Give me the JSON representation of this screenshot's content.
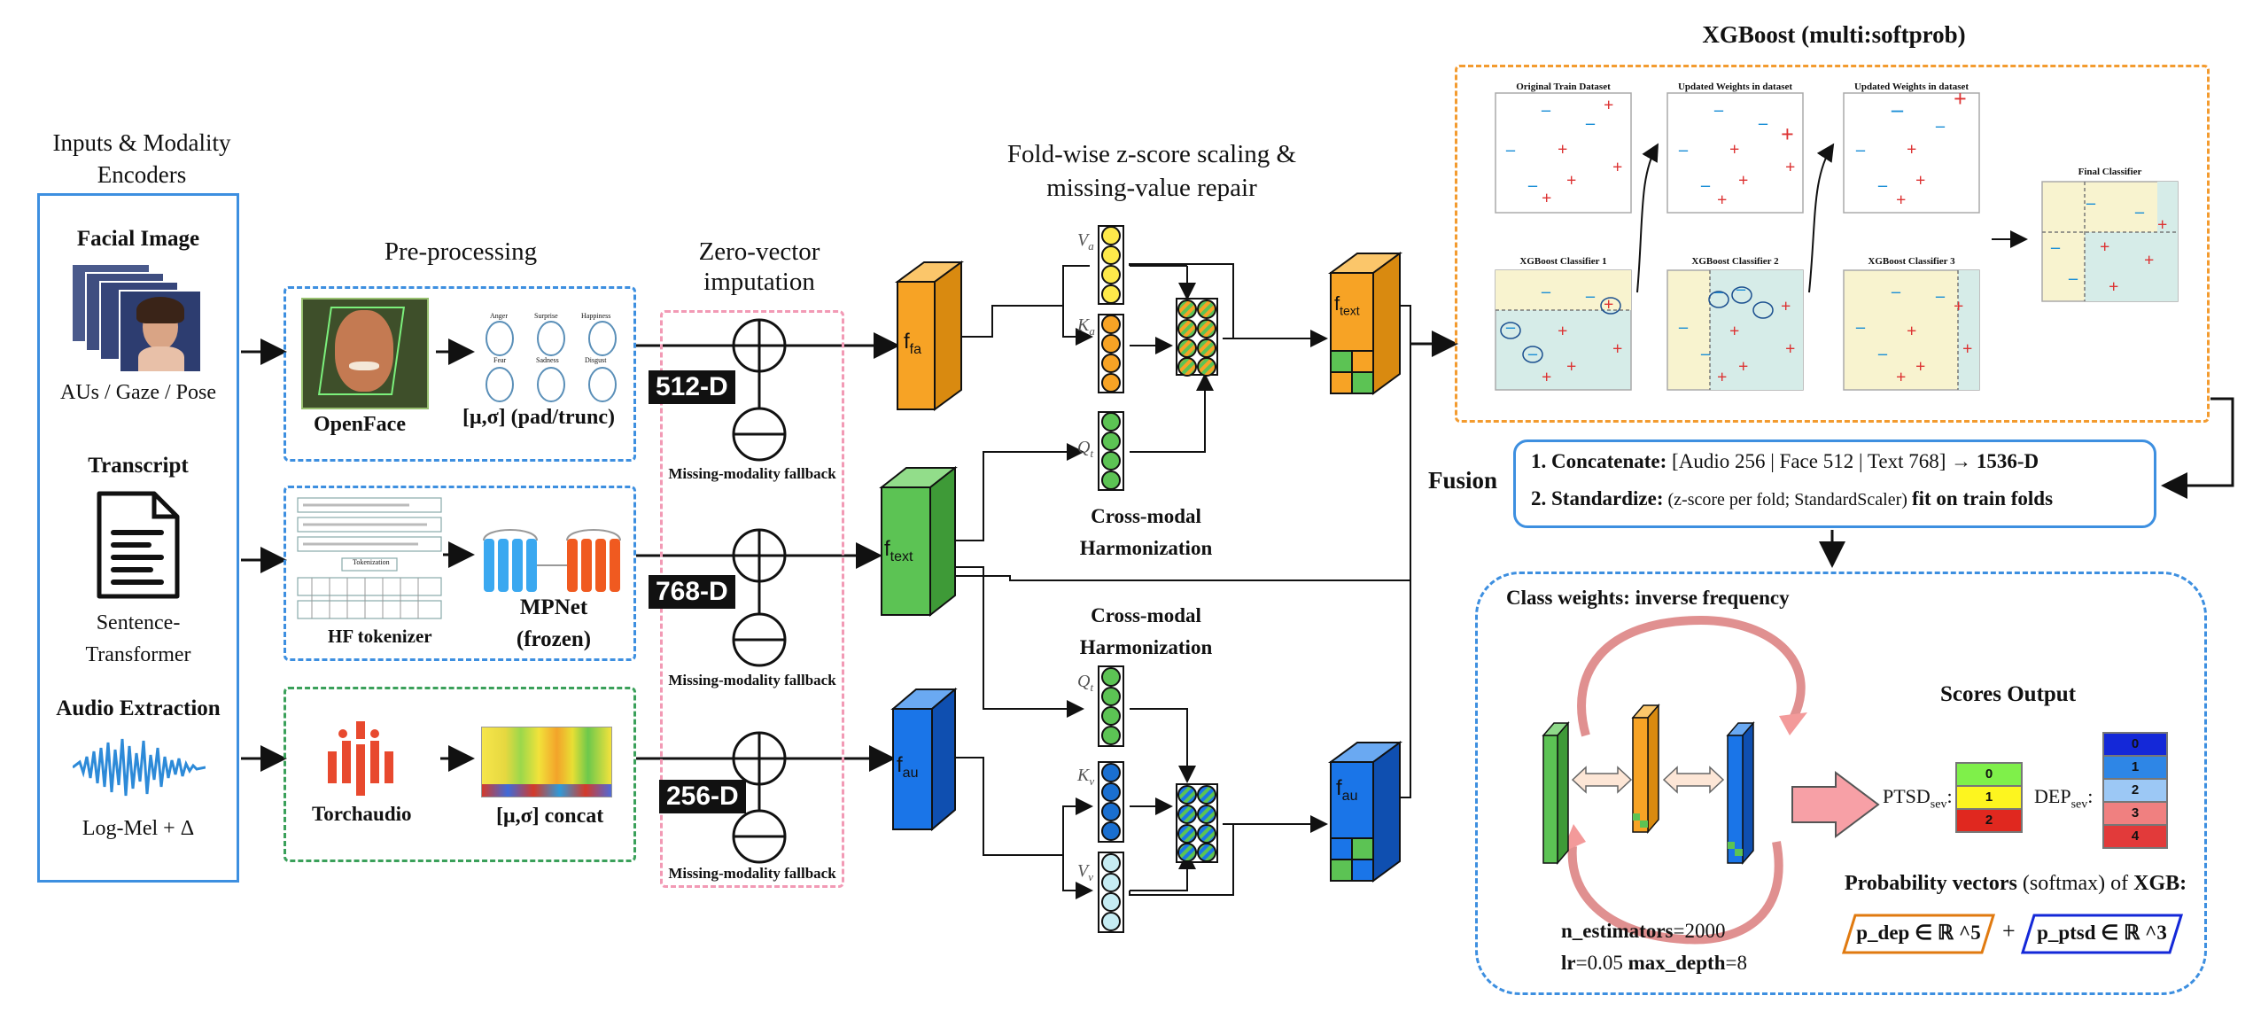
{
  "inputs": {
    "title": "Inputs & Modality Encoders",
    "facial_title": "Facial Image",
    "facial_caption": "AUs / Gaze / Pose",
    "transcript_title": "Transcript",
    "transcript_caption1": "Sentence-",
    "transcript_caption2": "Transformer",
    "audio_title": "Audio Extraction",
    "audio_caption": "Log-Mel + Δ"
  },
  "preprocessing": {
    "title": "Pre-processing",
    "openface": "OpenFace",
    "openface_out": "[μ,σ] (pad/trunc)",
    "emotions": [
      "Anger",
      "Surprise",
      "Happiness",
      "Fear",
      "Sadness",
      "Disgust"
    ],
    "tokenizer": "HF tokenizer",
    "tokenization": "Tokenization",
    "mpnet": "MPNet",
    "frozen": "(frozen)",
    "torchaudio": "Torchaudio",
    "audio_out": "[μ,σ] concat"
  },
  "imputation": {
    "title1": "Zero-vector",
    "title2": "imputation",
    "dims": [
      "512-D",
      "768-D",
      "256-D"
    ],
    "fallback": "Missing-modality fallback"
  },
  "scaling": {
    "title1": "Fold-wise z-score scaling &",
    "title2": "missing-value repair",
    "harm1": "Cross-modal",
    "harm2": "Harmonization",
    "features": [
      "f",
      "fa",
      "f",
      "text",
      "f",
      "au"
    ]
  },
  "xgboost": {
    "title": "XGBoost (multi:softprob)",
    "panels_top": [
      "Original Train Dataset",
      "Updated Weights in dataset",
      "Updated Weights in dataset"
    ],
    "panels_bottom": [
      "XGBoost Classifier 1",
      "XGBoost Classifier 2",
      "XGBoost Classifier 3"
    ],
    "final": "Final Classifier"
  },
  "fusion": {
    "label": "Fusion",
    "step1_label": "1. Concatenate:",
    "step1_text": " [Audio 256 | Face 512 | Text 768] → ",
    "step1_result": "1536-D",
    "step2_label": "2. Standardize:",
    "step2_text": " (z-score per fold; StandardScaler) ",
    "step2_end": "fit on train folds"
  },
  "classifier": {
    "class_weights": "Class weights: inverse frequency",
    "n_est_label": "n_estimators",
    "n_est_val": "=2000",
    "lr_label": "lr",
    "lr_val": "=0.05 ",
    "depth_label": "max_depth",
    "depth_val": "=8",
    "scores_title": "Scores Output",
    "ptsd_label": "PTSD",
    "ptsd_sub": "sev",
    "dep_label": "DEP",
    "dep_sub": "sev",
    "ptsd_levels": [
      "0",
      "1",
      "2"
    ],
    "dep_levels": [
      "0",
      "1",
      "2",
      "3",
      "4"
    ],
    "prob_title1": "Probability vectors",
    "prob_title2": " (softmax) of ",
    "prob_title3": "XGB",
    "prob_title4": ":",
    "p_dep": "p_dep ∈ ℝ ^5",
    "plus": "+",
    "p_ptsd": "p_ptsd ∈ ℝ ^3"
  },
  "colors": {
    "blue_dash": "#3d8fe0",
    "green_dash": "#3aa05a",
    "pink_dash": "#f29ab5",
    "orange_dash": "#f39b2f",
    "orange": "#f7a325",
    "green": "#5cc354",
    "blue": "#1a75e8",
    "ptsd": [
      "#7ff04a",
      "#fdf51f",
      "#e0281f"
    ],
    "dep": [
      "#1428d8",
      "#2e86e6",
      "#9cc8f5",
      "#f08080",
      "#e23a3a"
    ]
  }
}
